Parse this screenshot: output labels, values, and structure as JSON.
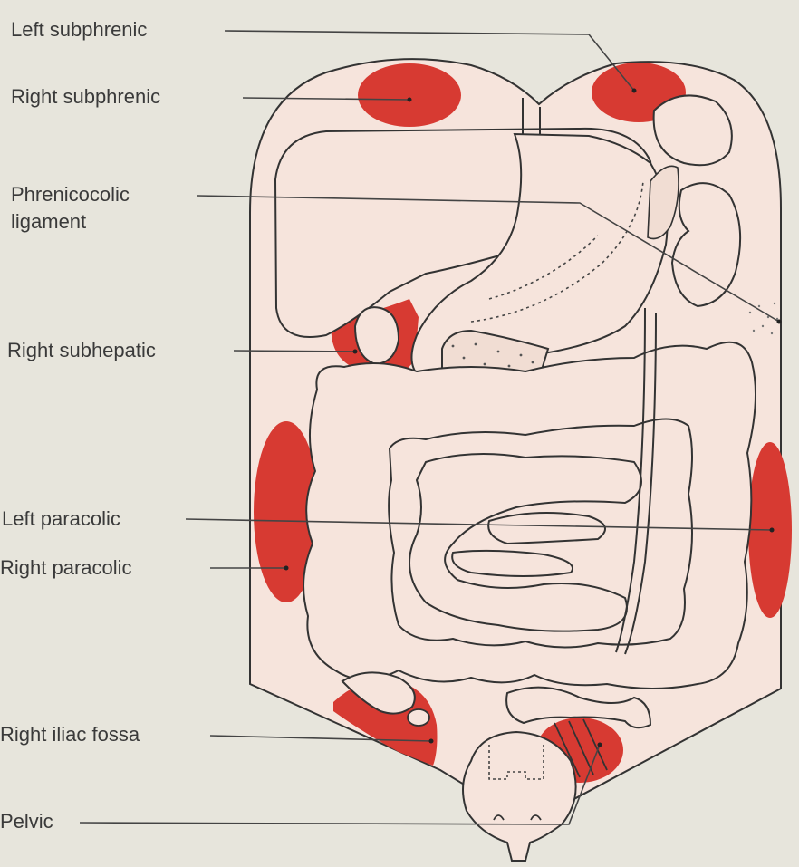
{
  "labels": {
    "left_subphrenic": "Left subphrenic",
    "right_subphrenic": "Right subphrenic",
    "phrenicocolic_line1": "Phrenicocolic",
    "phrenicocolic_line2": "ligament",
    "right_subhepatic": "Right subhepatic",
    "left_paracolic": "Left paracolic",
    "right_paracolic": "Right paracolic",
    "right_iliac_fossa": "Right iliac fossa",
    "pelvic": "Pelvic"
  },
  "colors": {
    "background": "#e7e5dc",
    "organ_fill": "#f6e4dc",
    "space_red": "#d73a32",
    "outline": "#333333",
    "leader": "#444444"
  }
}
